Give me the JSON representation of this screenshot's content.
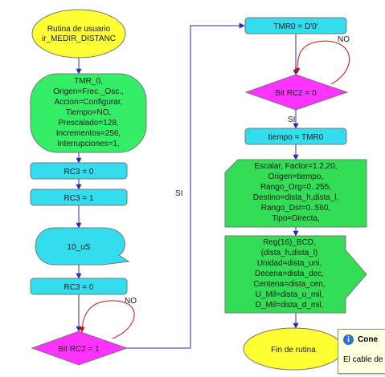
{
  "diagram": {
    "start": [
      "Rutina de usuario",
      "ir_MEDIR_DISTANC"
    ],
    "tmr_config": [
      "TMR_0,",
      "Origen=Frec._Osc.,",
      "Accion=Configurar,",
      "Tiempo=NO,",
      "Prescalado=128,",
      "Incrementos=256,",
      "Interrupciones=1,"
    ],
    "rc3_0_a": "RC3 = 0",
    "rc3_1": "RC3 = 1",
    "delay": "10_uS",
    "rc3_0_b": "RC3 = 0",
    "decision_1": "Bit RC2 = 1",
    "label_no_1": "NO",
    "label_si_1": "SI",
    "tmr0_assign": "TMR0 = D'0'",
    "label_no_2": "NO",
    "decision_2": "Bit RC2 = 0",
    "label_si_2": "SI",
    "tiempo_assign": "tiempo = TMR0",
    "scale_block": [
      "Escalar, Factor=1.2,20,",
      "Origen=tiempo,",
      "Rango_Org=0..255,",
      "Destino=dista_h,dista_l,",
      "Rango_Dst=0..560,",
      "Tipo=Directa,"
    ],
    "bcd_block": [
      "Reg(16)_BCD,",
      "(dista_h,dista_l)",
      "Unidad=dista_uni,",
      "Decena=dista_dec,",
      "Centena=dista_cen,",
      "U_Mil=dista_u_mil,",
      "D_Mil=dista_d_mil,"
    ],
    "end": "Fin de rutina"
  },
  "notification": {
    "title": "Cone",
    "body": "El cable de"
  },
  "colors": {
    "start_end": "#ffff33",
    "config": "#33ee66",
    "process": "#33ddee",
    "decision": "#ff33ff",
    "data": "#33dd55",
    "connector": "#2b2bb5",
    "loop": "#cc1111"
  }
}
